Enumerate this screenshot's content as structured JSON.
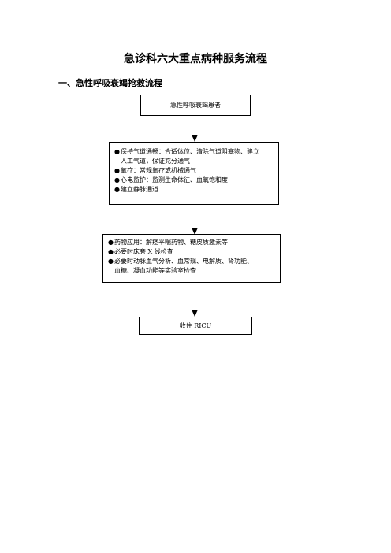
{
  "document": {
    "title": "急诊科六大重点病种服务流程",
    "section_heading": "一、急性呼吸衰竭抢救流程"
  },
  "flowchart": {
    "start_box": "急性呼吸衰竭患者",
    "step1": {
      "items": [
        {
          "bullet": "●",
          "lines": [
            "保持气道通畅：合适体位、清除气道阻塞物、建立",
            "人工气道，保证充分通气"
          ]
        },
        {
          "bullet": "●",
          "lines": [
            "氧疗：常规氧疗或机械通气"
          ]
        },
        {
          "bullet": "●",
          "lines": [
            "心电监护：监测生命体征、血氧饱和度"
          ]
        },
        {
          "bullet": "●",
          "lines": [
            "建立静脉通道"
          ]
        }
      ]
    },
    "step2": {
      "items": [
        {
          "bullet": "●",
          "lines": [
            "药物应用：解痉平喘药物、糖皮质激素等"
          ]
        },
        {
          "bullet": "●",
          "lines": [
            "必要时床旁 X 线检查"
          ]
        },
        {
          "bullet": "●",
          "lines": [
            "必要时动脉血气分析、血常规、电解质、肾功能、",
            "血糖、凝血功能等实验室检查"
          ]
        }
      ]
    },
    "end_box": "收住 RICU"
  }
}
